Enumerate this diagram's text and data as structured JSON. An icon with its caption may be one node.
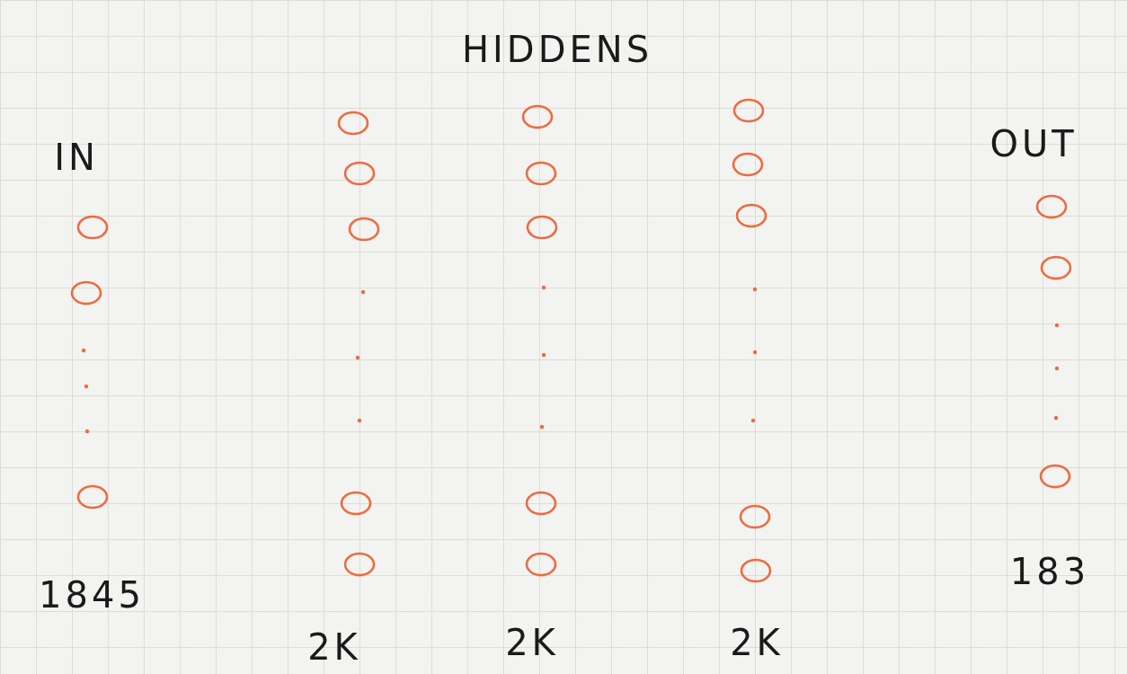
{
  "diagram": {
    "nodes": [
      {
        "text": [],
        "shape": "circle"
      },
      {
        "text": [],
        "shape": "circle"
      },
      {
        "text": [],
        "shape": "circle"
      },
      {
        "text": [],
        "shape": "circle"
      },
      {
        "text": [],
        "shape": "circle"
      },
      {
        "text": [],
        "shape": "circle"
      },
      {
        "text": [],
        "shape": "circle"
      },
      {
        "text": [],
        "shape": "circle"
      },
      {
        "text": [],
        "shape": "circle"
      },
      {
        "text": [],
        "shape": "circle"
      },
      {
        "text": [],
        "shape": "circle"
      },
      {
        "text": [],
        "shape": "circle"
      },
      {
        "text": [],
        "shape": "circle"
      },
      {
        "text": [],
        "shape": "circle"
      },
      {
        "text": [],
        "shape": "circle"
      },
      {
        "text": [],
        "shape": "circle"
      },
      {
        "text": [],
        "shape": "circle"
      },
      {
        "text": [],
        "shape": "circle"
      },
      {
        "text": [],
        "shape": "circle"
      },
      {
        "text": [],
        "shape": "circle"
      },
      {
        "text": [],
        "shape": "circle"
      }
    ],
    "labels": [
      "HIDDENS",
      "OUT",
      "IN",
      "183",
      "1845",
      "2K",
      "2K",
      "2K"
    ]
  }
}
